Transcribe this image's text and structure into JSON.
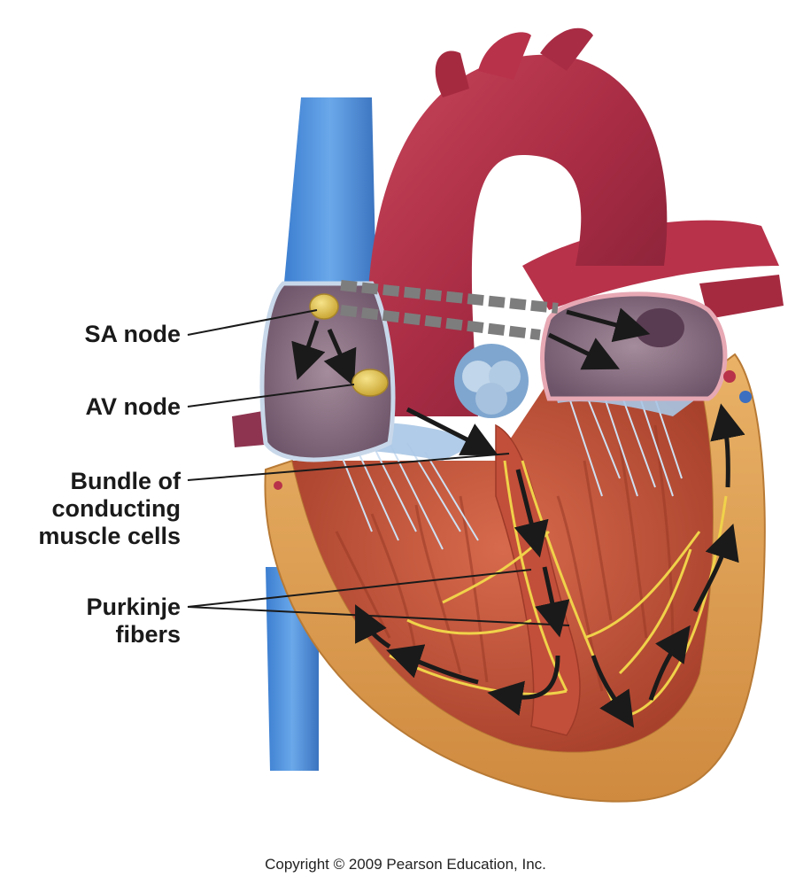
{
  "labels": {
    "sa_node": "SA node",
    "av_node": "AV node",
    "bundle_line1": "Bundle of",
    "bundle_line2": "conducting",
    "bundle_line3": "muscle cells",
    "purkinje_line1": "Purkinje",
    "purkinje_line2": "fibers"
  },
  "copyright": "Copyright © 2009 Pearson Education, Inc.",
  "colors": {
    "aorta": "#b8324a",
    "vena_cava": "#4d8fdc",
    "muscle": "#c9573d",
    "outer_wall": "#e2a45a",
    "node": "#e3c34a",
    "valve": "#a9c7e6",
    "arrow": "#1a1a1a",
    "atrium": "#8a6f82"
  },
  "icons": {
    "conduction_arrow": "arrow-icon"
  }
}
